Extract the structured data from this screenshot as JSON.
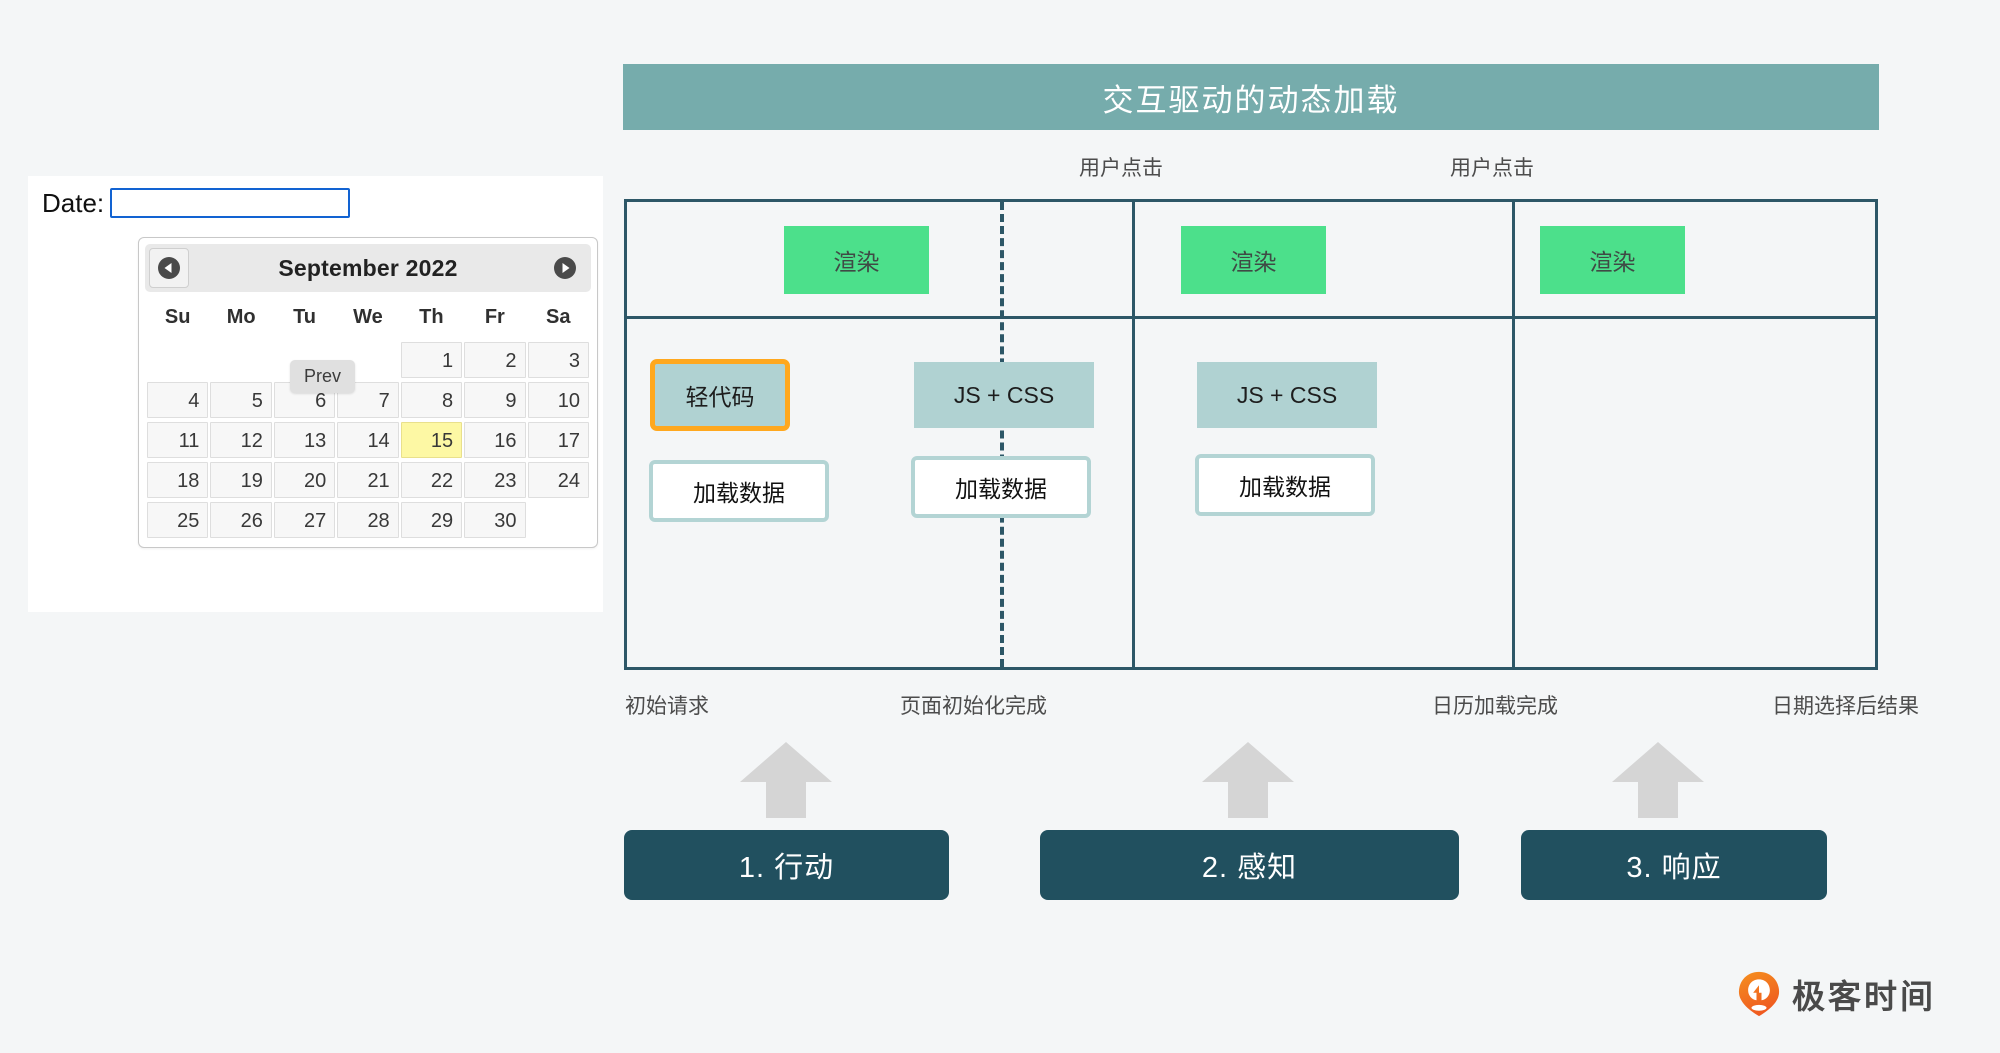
{
  "datepicker": {
    "date_label": "Date:",
    "input_value": "",
    "input_placeholder": "",
    "prev_tooltip": "Prev",
    "month_title": "September 2022",
    "prev_icon": "chevron-left-circle-icon",
    "next_icon": "chevron-right-circle-icon",
    "weekdays": [
      "Su",
      "Mo",
      "Tu",
      "We",
      "Th",
      "Fr",
      "Sa"
    ],
    "weeks": [
      [
        "",
        "",
        "",
        "",
        "1",
        "2",
        "3"
      ],
      [
        "4",
        "5",
        "6",
        "7",
        "8",
        "9",
        "10"
      ],
      [
        "11",
        "12",
        "13",
        "14",
        "15",
        "16",
        "17"
      ],
      [
        "18",
        "19",
        "20",
        "21",
        "22",
        "23",
        "24"
      ],
      [
        "25",
        "26",
        "27",
        "28",
        "29",
        "30",
        ""
      ]
    ],
    "selected_day": "15"
  },
  "diagram": {
    "title": "交互驱动的动态加载",
    "click_labels": {
      "first": "用户点击",
      "second": "用户点击"
    },
    "columns": [
      {
        "render_label": "渲染",
        "primary_label": "轻代码",
        "load_label": "加载数据"
      },
      {
        "render_label": "渲染",
        "primary_label": "JS + CSS",
        "load_label": "加载数据"
      },
      {
        "render_label": "渲染",
        "primary_label": "JS + CSS",
        "load_label": "加载数据"
      }
    ],
    "stage_labels": [
      "初始请求",
      "页面初始化完成",
      "日历加载完成",
      "日期选择后结果"
    ],
    "stage_buttons": [
      "1. 行动",
      "2. 感知",
      "3. 响应"
    ],
    "arrow_icon": "arrow-up-icon"
  },
  "brand": {
    "name": "极客时间",
    "logo_icon": "geektime-pin-logo-icon"
  },
  "colors": {
    "title_bar": "#76acac",
    "frame_stroke": "#2d5767",
    "render_green": "#4ce08b",
    "tag_teal": "#b0d2d2",
    "accent_orange": "#ffa81e",
    "stage_button": "#21505f",
    "arrow_gray": "#d5d5d5",
    "today_yellow": "#fdf8a4",
    "input_focus_blue": "#1263d2",
    "brand_orange": "#f2741c",
    "page_bg": "#f4f6f7"
  }
}
